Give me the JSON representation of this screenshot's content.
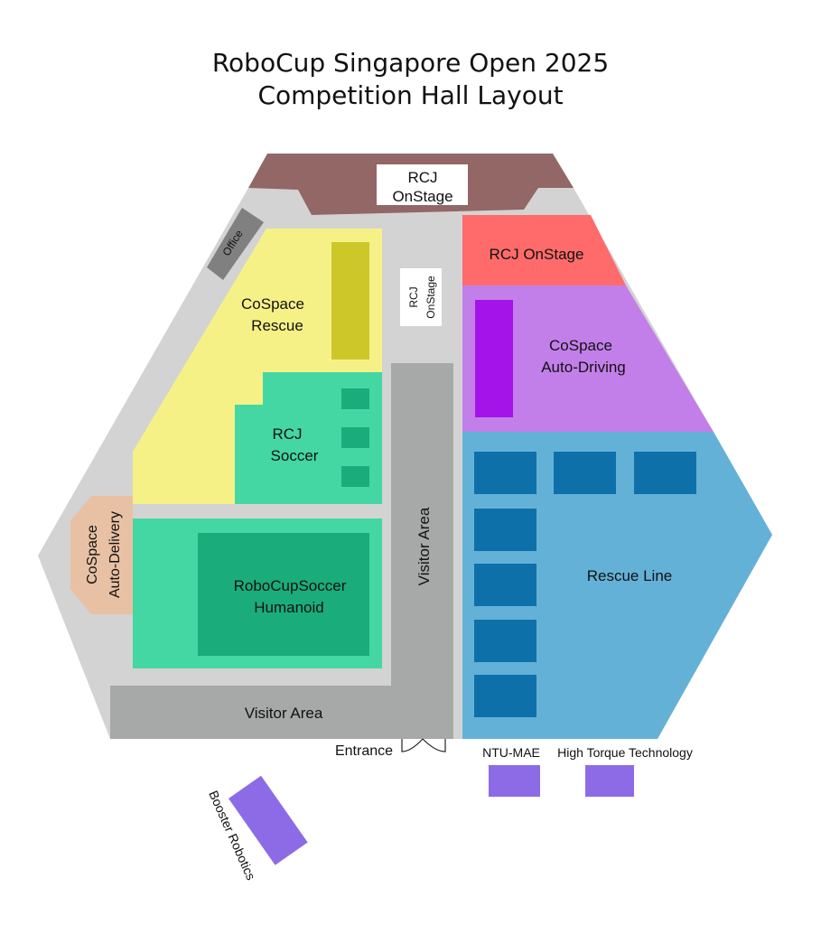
{
  "title": {
    "line1": "RoboCup Singapore Open 2025",
    "line2": "Competition Hall Layout"
  },
  "colors": {
    "hall_floor": "#d3d3d3",
    "onstage_top": "#926766",
    "onstage_red": "#ff6b6b",
    "cospace_rescue": "#f6f187",
    "cospace_rescue_table": "#cdc72a",
    "rcj_soccer": "#44d7a3",
    "field_dark": "#1aad7b",
    "humanoid_area": "#44d7a3",
    "auto_delivery": "#e8c1a4",
    "auto_driving": "#c37fe9",
    "auto_driving_table": "#a414e8",
    "rescue_line": "#64b1d8",
    "rescue_field": "#0e70a8",
    "visitor": "#a7a9a9",
    "office": "#808080",
    "booth": "#8e6be6"
  },
  "zones": {
    "rcj_onstage_top": [
      "RCJ",
      "OnStage"
    ],
    "rcj_onstage_small": [
      "RCJ",
      "OnStage"
    ],
    "rcj_onstage_red": "RCJ OnStage",
    "office": "Office",
    "cospace_rescue": [
      "CoSpace",
      "Rescue"
    ],
    "rcj_soccer": [
      "RCJ",
      "Soccer"
    ],
    "cospace_auto_driving": [
      "CoSpace",
      "Auto-Driving"
    ],
    "rescue_line": "Rescue Line",
    "cospace_auto_delivery": [
      "CoSpace",
      "Auto-Delivery"
    ],
    "robocup_soccer_humanoid": [
      "RoboCupSoccer",
      "Humanoid"
    ],
    "visitor_area_vertical": "Visitor Area",
    "visitor_area_bottom": "Visitor Area",
    "entrance": "Entrance"
  },
  "booths": {
    "ntu_mae": "NTU-MAE",
    "high_torque": "High Torque Technology",
    "booster": "Booster Robotics"
  }
}
